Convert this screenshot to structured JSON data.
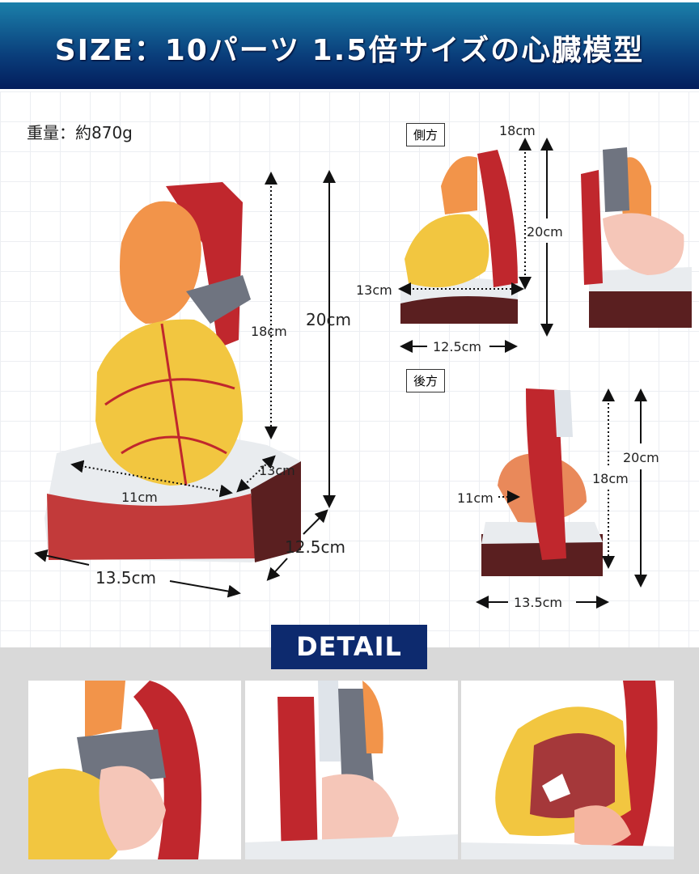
{
  "header": {
    "title": "SIZE：10パーツ 1.5倍サイズの心臓模型"
  },
  "main_view": {
    "weight": "重量：約870g",
    "dims": {
      "height_inner": "18cm",
      "height_total": "20cm",
      "depth_inner": "13cm",
      "width_inner": "11cm",
      "depth_base": "12.5cm",
      "width_base": "13.5cm"
    }
  },
  "side_view": {
    "tag": "側方",
    "height_inner": "18cm",
    "height_total": "20cm",
    "depth_inner": "13cm",
    "depth_base": "12.5cm"
  },
  "back_view": {
    "tag": "後方",
    "height_total": "20cm",
    "height_inner": "18cm",
    "width_inner": "11cm",
    "width_base": "13.5cm"
  },
  "detail": {
    "title": "DETAIL"
  },
  "colors": {
    "header_top": "#1b80aa",
    "header_bottom": "#031d5c",
    "detail_badge": "#0d2a6e",
    "heart_yellow": "#f2c640",
    "muscle_red": "#c0272d",
    "base_brown": "#5a1f20"
  }
}
